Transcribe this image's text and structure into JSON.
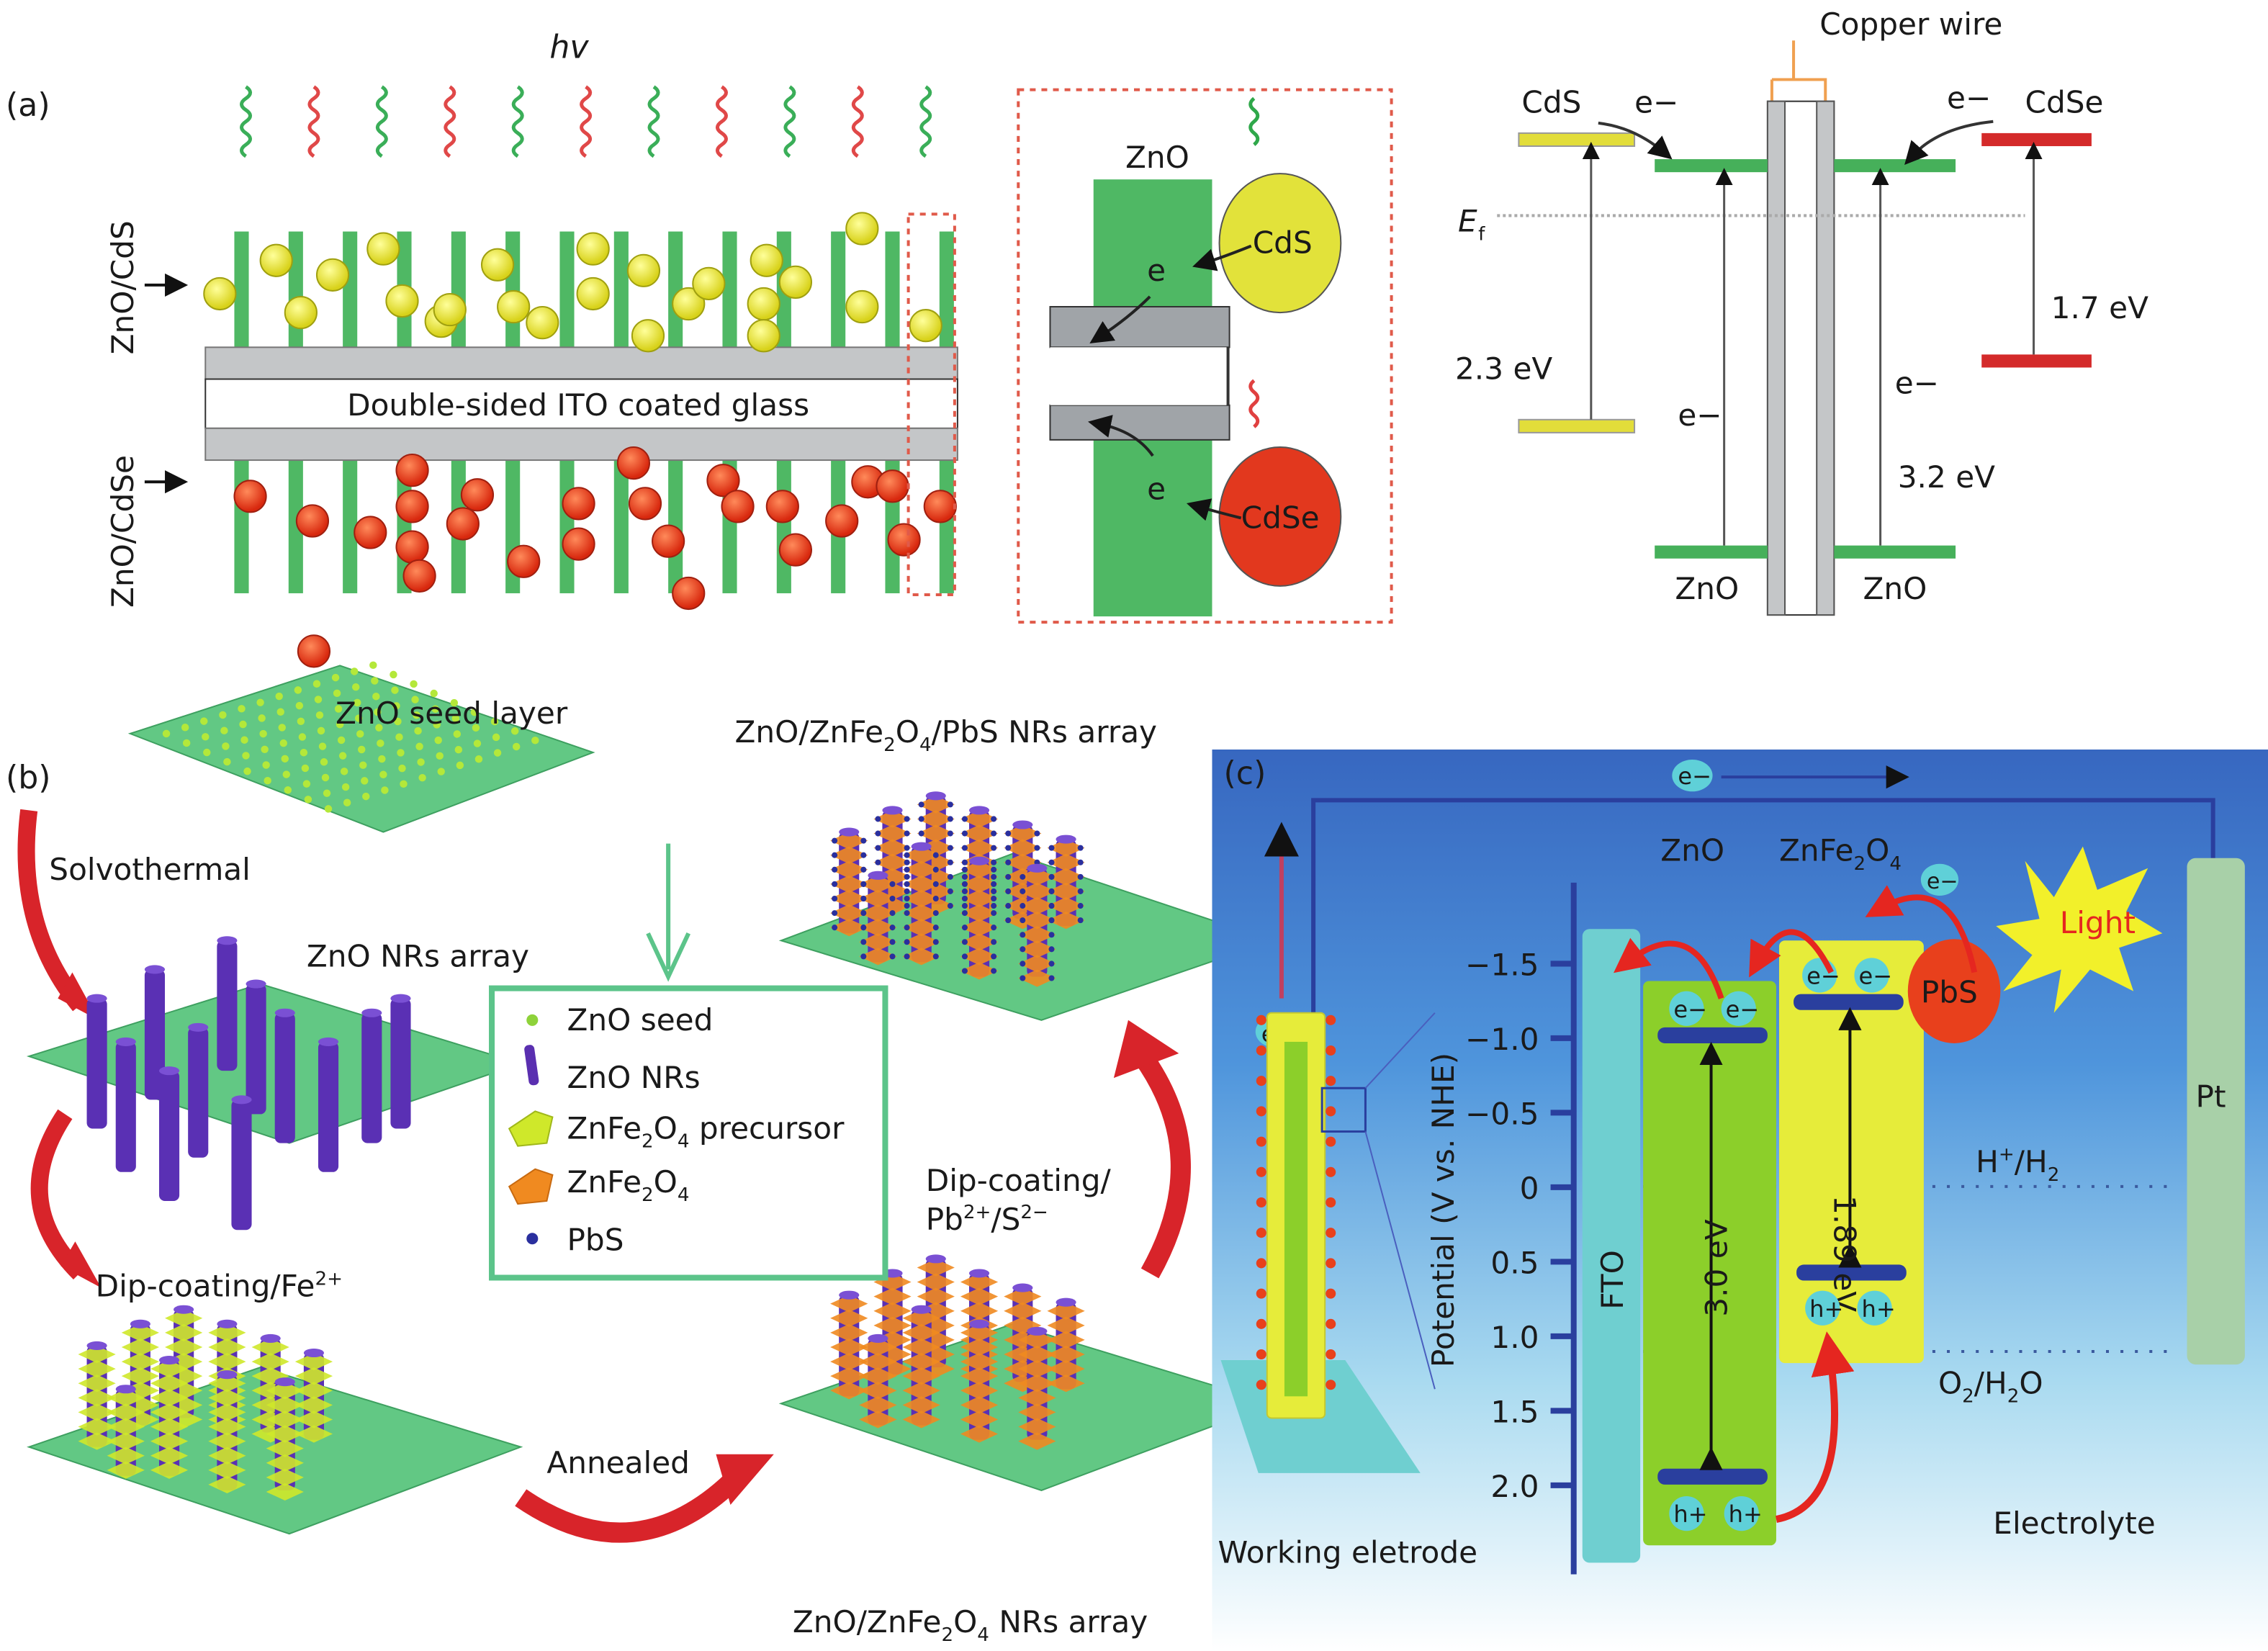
{
  "panel_a": {
    "label": "(a)",
    "hv": "hv",
    "side_top": "ZnO/CdS",
    "side_bottom": "ZnO/CdSe",
    "glass": "Double-sided ITO coated glass",
    "inset": {
      "zno": "ZnO",
      "cds": "CdS",
      "cdse": "CdSe",
      "e_top": "e",
      "e_bottom": "e"
    },
    "band": {
      "copper_wire": "Copper wire",
      "cds": "CdS",
      "cdse": "CdSe",
      "ef": "E",
      "ef_sub": "f",
      "e_left_top": "e−",
      "e_right_top": "e−",
      "gap_cds": "2.3 eV",
      "gap_cdse": "1.7 eV",
      "gap_zno": "3.2 eV",
      "e_left_mid": "e−",
      "e_right_mid": "e−",
      "zno_left": "ZnO",
      "zno_right": "ZnO"
    }
  },
  "panel_b": {
    "label": "(b)",
    "seed_layer": "ZnO seed layer",
    "solvothermal": "Solvothermal",
    "nrs_array": "ZnO NRs array",
    "dip_fe": "Dip-coating/Fe",
    "dip_fe_sup": "2+",
    "annealed": "Annealed",
    "znfe_array_a": "ZnO/ZnFe",
    "znfe_array_b": "O",
    "znfe_array_c": " NRs array",
    "dip_pb_1": "Dip-coating/",
    "dip_pb_2a": "Pb",
    "dip_pb_2b": "2+",
    "dip_pb_2c": "/S",
    "dip_pb_2d": "2−",
    "final_array_a": "ZnO/ZnFe",
    "final_array_b": "O",
    "final_array_c": "/PbS NRs array",
    "sub2": "2",
    "sub4": "4",
    "legend": [
      {
        "icon": "green-dot",
        "label": "ZnO seed"
      },
      {
        "icon": "purple-rod",
        "label": "ZnO NRs"
      },
      {
        "icon": "yellow-flake",
        "label": "ZnFe2O4 precursor"
      },
      {
        "icon": "orange-flake",
        "label": "ZnFe2O4"
      },
      {
        "icon": "blue-dot",
        "label": "PbS"
      }
    ],
    "legend_text": {
      "seed": "ZnO seed",
      "nrs": "ZnO NRs",
      "prec_a": "ZnFe",
      "prec_b": "O",
      "prec_c": " precursor",
      "zf_a": "ZnFe",
      "zf_b": "O",
      "pbs": "PbS"
    }
  },
  "panel_c": {
    "label": "(c)",
    "e_top": "e−",
    "zno": "ZnO",
    "znfe_a": "ZnFe",
    "znfe_b": "O",
    "e_pbs": "e−",
    "light": "Light",
    "pbs": "PbS",
    "pt": "Pt",
    "fto": "FTO",
    "e_left": "e−",
    "y_axis_label": "Potential (V vs. NHE)",
    "y_ticks": [
      "−1.5",
      "−1.0",
      "−0.5",
      "0",
      "0.5",
      "1.0",
      "1.5",
      "2.0"
    ],
    "gap_zno": "3.0 eV",
    "gap_znfe": "1.89 eV",
    "h_h2_a": "H",
    "h_h2_b": "+",
    "h_h2_c": "/H",
    "h_h2_d": "2",
    "o2_a": "O",
    "o2_b": "2",
    "o2_c": "/H",
    "o2_d": "2",
    "o2_e": "O",
    "electron": "e−",
    "hole": "h+",
    "working_electrode": "Working eletrode",
    "electrolyte": "Electrolyte",
    "colors": {
      "bg_top": "#3a6fc4",
      "bg_bottom": "#ffffff",
      "zno_band": "#8ccf2a",
      "znfe_band": "#e6ec3a",
      "fto": "#6fcfd0",
      "pt": "#a8d0a8",
      "pbs": "#e8401c",
      "level": "#2a3f9e",
      "arrow": "#e52620"
    }
  }
}
